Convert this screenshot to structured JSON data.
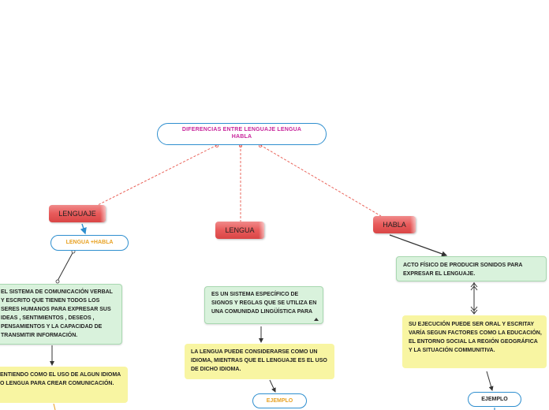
{
  "root": {
    "title": "DIFERENCIAS ENTRE LENGUAJE LENGUA HABLA"
  },
  "topics": {
    "lenguaje": {
      "label": "LENGUAJE"
    },
    "lengua": {
      "label": "LENGUA"
    },
    "habla": {
      "label": "HABLA"
    }
  },
  "lenguaje": {
    "formula": "LENGUA +HABLA",
    "definition": "EL SISTEMA DE COMUNICACIÓN VERBAL Y ESCRITO  QUE TIENEN TODOS LOS SERES HUMANOS PARA EXPRESAR SUS IDEAS , SENTIMIENTOS , DESEOS , PENSAMIENTOS Y LA CAPACIDAD DE TRANSMITIR INFORMACIÓN.",
    "extra": "ENTIENDO COMO EL USO DE ALGUN IDIOMA O LENGUA PARA CREAR COMUNICACIÓN."
  },
  "lengua": {
    "definition": "ES UN SISTEMA ESPECÍFICO DE SIGNOS Y REGLAS QUE SE UTILIZA EN UNA COMUNIDAD LINGÜÍSTICA PARA",
    "extra": "LA LENGUA PUEDE CONSIDERARSE COMO UN IDIOMA, MIENTRAS QUE EL LENGUAJE ES EL USO DE DICHO IDIOMA.",
    "example": "EJEMPLO"
  },
  "habla": {
    "definition": "ACTO FÍSICO DE PRODUCIR SONIDOS PARA EXPRESAR EL LENGUAJE.",
    "extra": "SU EJECUCIÓN PUEDE SER ORAL Y ESCRITAY VARÍA SEGUN FACTORES COMO LA EDUCACIÓN, EL ENTORNO SOCIAL LA REGIÓN GEOGRÁFICA Y LA SITUACIÓN COMMUNITIVA.",
    "example": "EJEMPLO"
  },
  "colors": {
    "root_text": "#c8259b",
    "accent_blue": "#2f8fcf",
    "dashed_link": "#e8584e",
    "topic_red": "#e85a5a",
    "orange_text": "#e8a224",
    "green_box": "#d9f2dc",
    "yellow_box": "#f8f5a2"
  }
}
